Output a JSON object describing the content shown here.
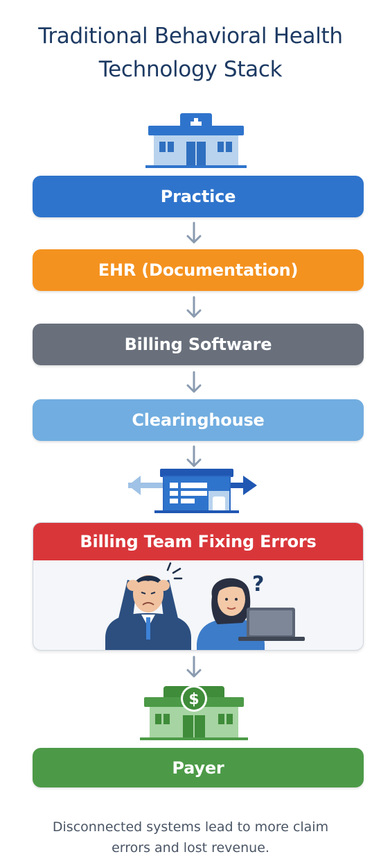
{
  "title_line1": "Traditional Behavioral Health",
  "title_line2": "Technology Stack",
  "colors": {
    "title": "#1d3a63",
    "practice": "#2f74cc",
    "ehr": "#f4921f",
    "billing": "#69707c",
    "clearinghouse": "#71ade0",
    "errors": "#d9363a",
    "payer": "#4c9a47",
    "arrow": "#8a9bb0"
  },
  "steps": {
    "practice": "Practice",
    "ehr": "EHR (Documentation)",
    "billing": "Billing Software",
    "clearinghouse": "Clearinghouse",
    "errors": "Billing Team Fixing Errors",
    "payer": "Payer"
  },
  "icons": {
    "practice": "hospital-building-icon",
    "clearinghouse": "data-exchange-building-icon",
    "team": "frustrated-billing-staff-illustration",
    "payer": "payer-bank-building-icon"
  },
  "payer_symbol": "$",
  "question_mark": "?",
  "footer_line1": "Disconnected systems lead to more claim",
  "footer_line2": "errors and lost revenue."
}
